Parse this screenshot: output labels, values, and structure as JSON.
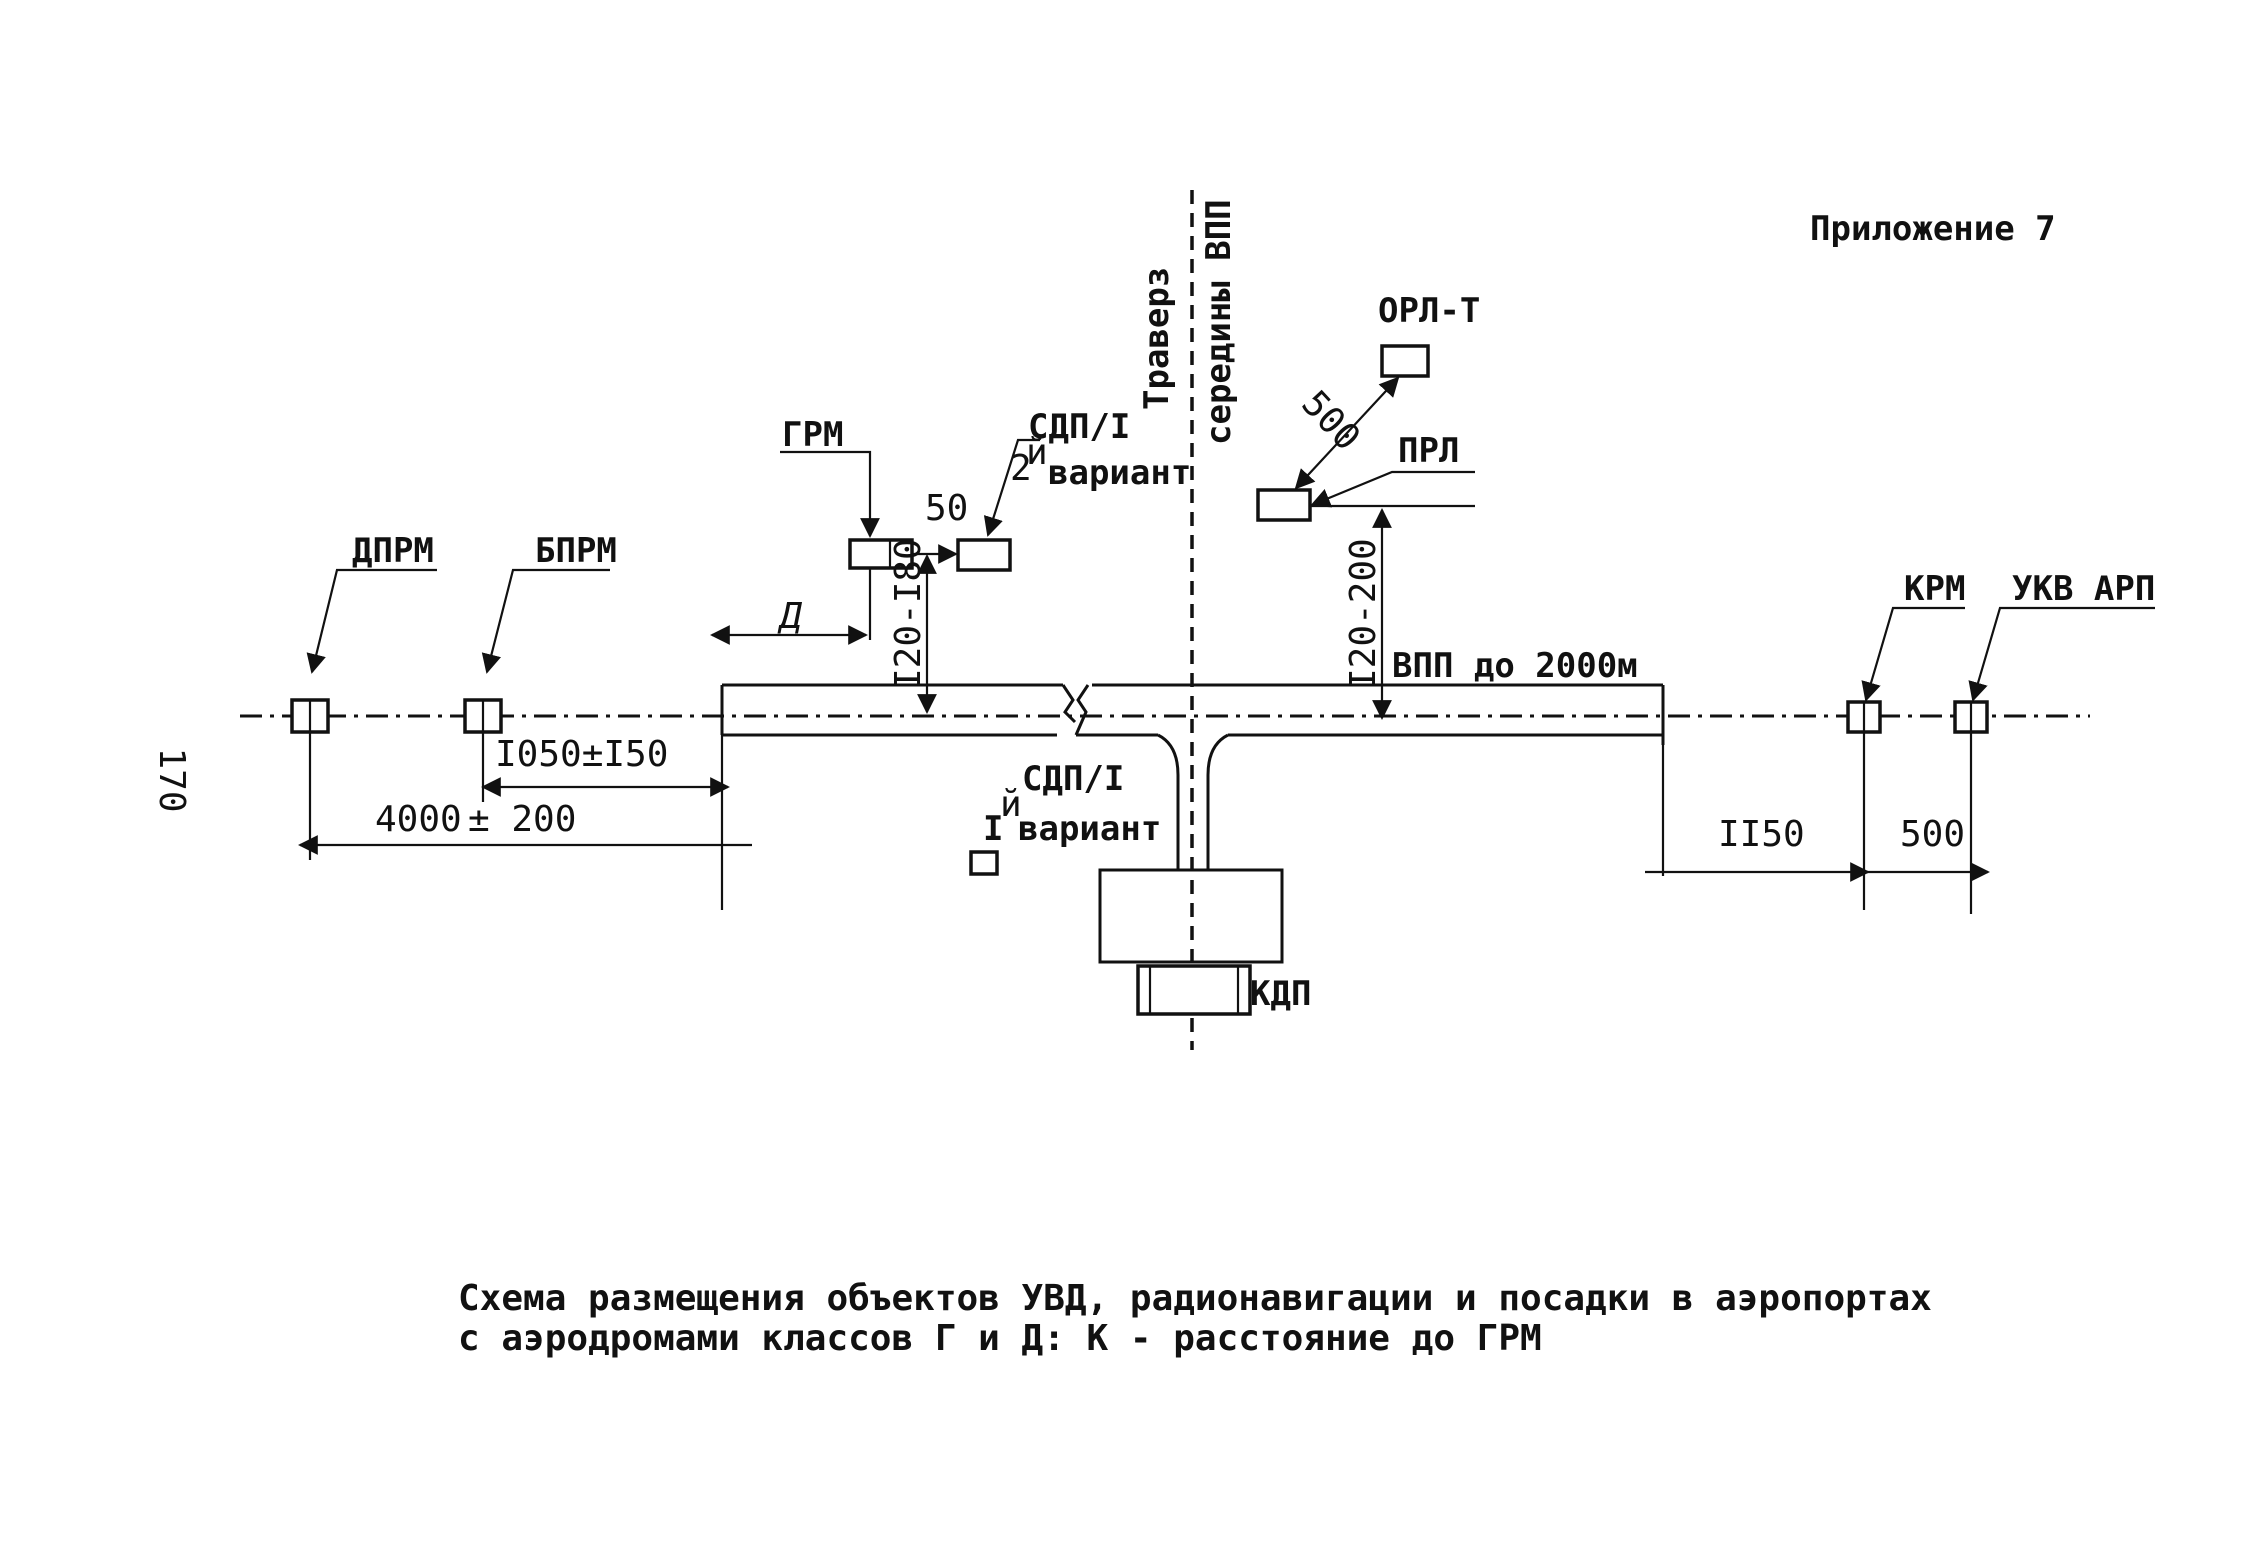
{
  "header": {
    "appendix": "Приложение 7"
  },
  "page_number": "170",
  "axis": {
    "line1": "Траверз",
    "line2": "середины ВПП"
  },
  "objects": {
    "drpm": "ДПРМ",
    "bprm": "БПРМ",
    "grm": "ГРМ",
    "sdp_v2_name": "СДП/I",
    "sdp_v2_sup": "2",
    "sdp_v2_suffix": "й",
    "sdp_v2_word": "вариант",
    "sdp_v1_name": "СДП/I",
    "sdp_v1_num": "I",
    "sdp_v1_suffix": "й",
    "sdp_v1_word": "вариант",
    "orl": "ОРЛ-Т",
    "prl": "ПРЛ",
    "krm": "КРМ",
    "ukv": "УКВ АРП",
    "kdp": "КДП",
    "runway": "ВПП до 2000м"
  },
  "dimensions": {
    "d": "Д",
    "grm_offset": "I20-I80",
    "sdp_offset": "50",
    "orl_offset": "500",
    "prl_offset": "I20-200",
    "bprm_dist": "I050±I50",
    "drpm_dist": "4000",
    "drpm_tol": "± 200",
    "krm_dist": "II50",
    "ukv_dist": "500"
  },
  "caption": {
    "line1": "Схема размещения объектов УВД, радионавигации и посадки в аэропортах",
    "line2": "с аэродромами классов Г и Д: К - расстояние до ГРМ"
  }
}
